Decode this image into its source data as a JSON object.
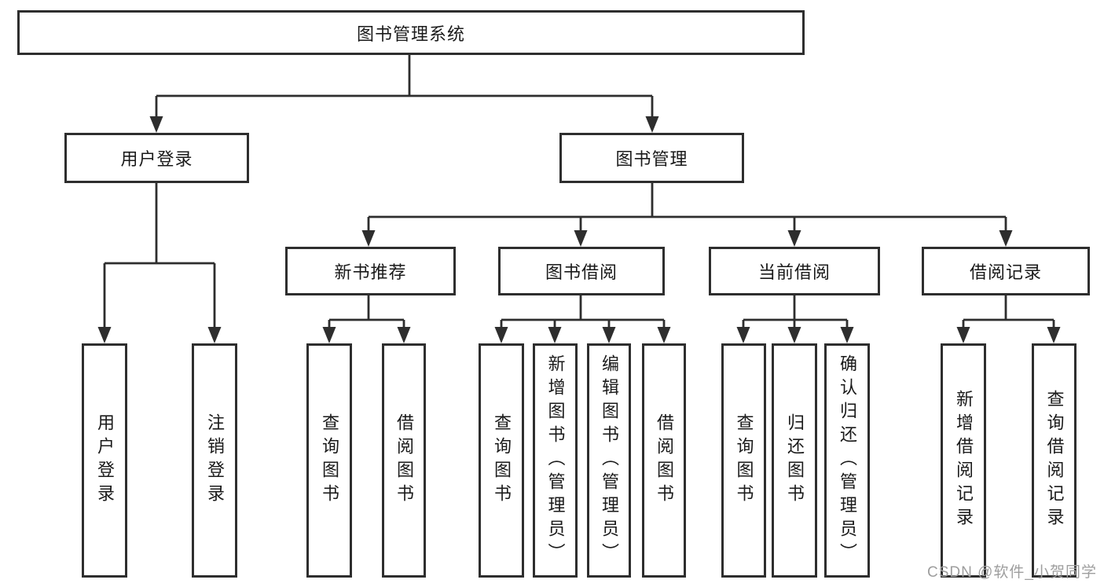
{
  "diagram": {
    "type": "hierarchy-tree",
    "colors": {
      "line": "#2e2e2e",
      "border": "#2e2e2e",
      "text": "#1a1a1a",
      "watermark": "#9e9e9e",
      "background": "#ffffff"
    }
  },
  "nodes": {
    "system": "图书管理系统",
    "user_login": "用户登录",
    "book_mgmt": "图书管理",
    "new_book_rec": "新书推荐",
    "book_borrow": "图书借阅",
    "current_borrow": "当前借阅",
    "borrow_record": "借阅记录",
    "leaf_user_login": "用户登录",
    "leaf_logout": "注销登录",
    "leaf_nb_query": "查询图书",
    "leaf_nb_borrow": "借阅图书",
    "leaf_bb_query": "查询图书",
    "leaf_bb_add": "新增图书（管理员）",
    "leaf_bb_edit": "编辑图书（管理员）",
    "leaf_bb_borrow": "借阅图书",
    "leaf_cb_query": "查询图书",
    "leaf_cb_return": "归还图书",
    "leaf_cb_confirm": "确认归还（管理员）",
    "leaf_br_add": "新增借阅记录",
    "leaf_br_query": "查询借阅记录"
  },
  "watermark": "CSDN @软件_小贺同学"
}
